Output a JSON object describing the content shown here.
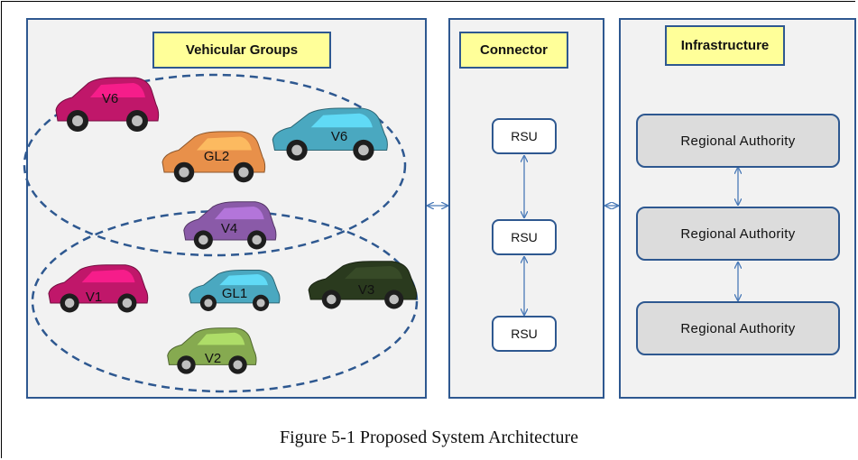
{
  "panels": {
    "vehicular": {
      "title": "Vehicular Groups"
    },
    "connector": {
      "title": "Connector"
    },
    "infrastructure": {
      "title": "Infrastructure"
    }
  },
  "vehicles": [
    {
      "label": "V6",
      "color": "#c0176a"
    },
    {
      "label": "GL2",
      "color": "#e8904a"
    },
    {
      "label": "V6",
      "color": "#4aa8c0"
    },
    {
      "label": "V4",
      "color": "#8a5aa8"
    },
    {
      "label": "V1",
      "color": "#c0176a"
    },
    {
      "label": "GL1",
      "color": "#4aa8c0"
    },
    {
      "label": "V3",
      "color": "#2a3a1e"
    },
    {
      "label": "V2",
      "color": "#86aa50"
    }
  ],
  "rsus": [
    "RSU",
    "RSU",
    "RSU"
  ],
  "authorities": [
    "Regional  Authority",
    "Regional  Authority",
    "Regional  Authority"
  ],
  "caption": "Figure 5-1 Proposed System Architecture",
  "colors": {
    "border": "#2e5890",
    "titleFill": "#ffff99",
    "panelFill": "#f2f2f2",
    "authorityFill": "#dcdcdc"
  }
}
